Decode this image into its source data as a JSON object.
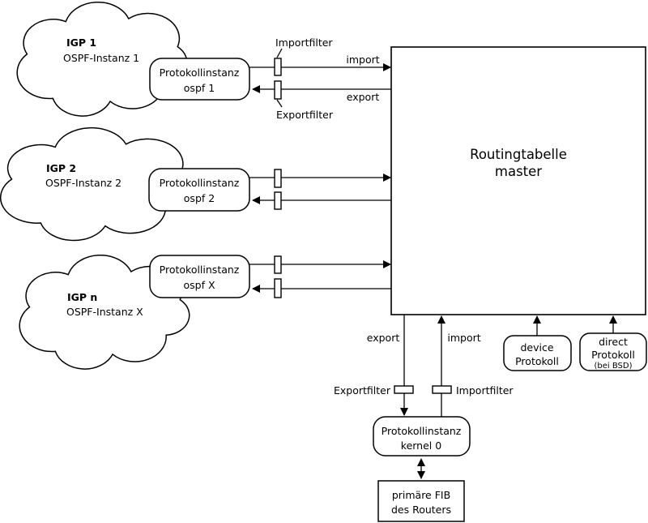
{
  "colors": {
    "stroke": "#000000",
    "background": "#ffffff"
  },
  "clouds": [
    {
      "title": "IGP 1",
      "subtitle": "OSPF-Instanz 1"
    },
    {
      "title": "IGP 2",
      "subtitle": "OSPF-Instanz 2"
    },
    {
      "title": "IGP n",
      "subtitle": "OSPF-Instanz X"
    }
  ],
  "protocol_boxes": [
    {
      "line1": "Protokollinstanz",
      "line2": "ospf 1"
    },
    {
      "line1": "Protokollinstanz",
      "line2": "ospf 2"
    },
    {
      "line1": "Protokollinstanz",
      "line2": "ospf X"
    }
  ],
  "routing_table": {
    "line1": "Routingtabelle",
    "line2": "master"
  },
  "top_labels": {
    "importfilter": "Importfilter",
    "exportfilter": "Exportfilter",
    "import": "import",
    "export": "export"
  },
  "bottom_labels": {
    "export": "export",
    "import": "import",
    "exportfilter": "Exportfilter",
    "importfilter": "Importfilter"
  },
  "kernel_box": {
    "line1": "Protokollinstanz",
    "line2": "kernel 0"
  },
  "fib_box": {
    "line1": "primäre FIB",
    "line2": "des Routers"
  },
  "device_box": {
    "line1": "device",
    "line2": "Protokoll"
  },
  "direct_box": {
    "line1": "direct",
    "line2": "Protokoll",
    "line3": "(bei BSD)"
  }
}
